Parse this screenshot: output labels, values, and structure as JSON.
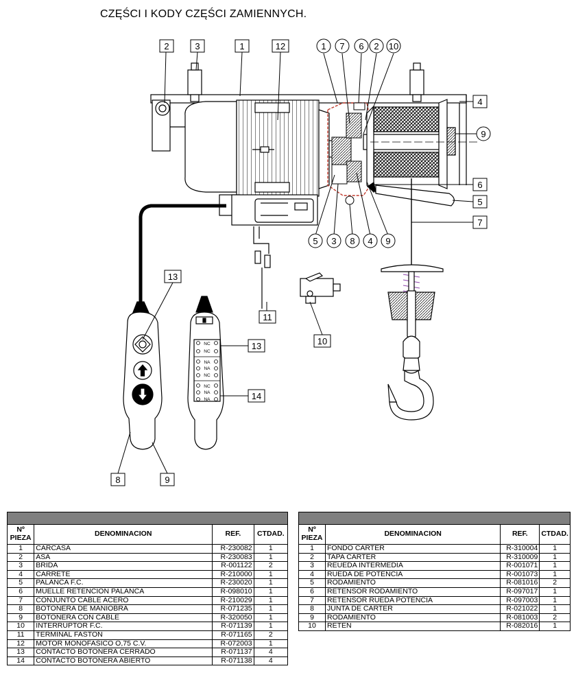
{
  "title": "CZĘŚCI I KODY CZĘŚCI ZAMIENNYCH.",
  "callouts": {
    "top": [
      "2",
      "3",
      "1",
      "12",
      "1",
      "7",
      "6",
      "2",
      "10"
    ],
    "right": [
      "4",
      "9",
      "6",
      "5",
      "7"
    ],
    "bottom": [
      "5",
      "3",
      "8",
      "4",
      "9"
    ],
    "lower": [
      "13",
      "11",
      "10",
      "13",
      "14",
      "8",
      "9"
    ]
  },
  "contact_labels": [
    "NC",
    "NC",
    "NA",
    "NA",
    "NC",
    "NC",
    "NA",
    "NA"
  ],
  "table_left": {
    "headers": {
      "num": "Nº PIEZA",
      "name": "DENOMINACION",
      "ref": "REF.",
      "qty": "CTDAD."
    },
    "rows": [
      {
        "num": "1",
        "name": "CARCASA",
        "ref": "R-230082",
        "qty": "1"
      },
      {
        "num": "2",
        "name": "ASA",
        "ref": "R-230083",
        "qty": "1"
      },
      {
        "num": "3",
        "name": "BRIDA",
        "ref": "R-001122",
        "qty": "2"
      },
      {
        "num": "4",
        "name": "CARRETE",
        "ref": "R-210000",
        "qty": "1"
      },
      {
        "num": "5",
        "name": "PALANCA F.C.",
        "ref": "R-230020",
        "qty": "1"
      },
      {
        "num": "6",
        "name": "MUELLE RETENCION PALANCA",
        "ref": "R-098010",
        "qty": "1"
      },
      {
        "num": "7",
        "name": "CONJUNTO CABLE ACERO",
        "ref": "R-210029",
        "qty": "1"
      },
      {
        "num": "8",
        "name": "BOTONERA DE MANIOBRA",
        "ref": "R-071235",
        "qty": "1"
      },
      {
        "num": "9",
        "name": "BOTONERA CON CABLE",
        "ref": "R-320050",
        "qty": "1"
      },
      {
        "num": "10",
        "name": "INTERRUPTOR F.C.",
        "ref": "R-071139",
        "qty": "1"
      },
      {
        "num": "11",
        "name": "TERMINAL FASTON",
        "ref": "R-071165",
        "qty": "2"
      },
      {
        "num": "12",
        "name": "MOTOR MONOFASICO O,75 C.V.",
        "ref": "R-072003",
        "qty": "1"
      },
      {
        "num": "13",
        "name": "CONTACTO BOTONERA CERRADO",
        "ref": "R-071137",
        "qty": "4"
      },
      {
        "num": "14",
        "name": "CONTACTO BOTONERA ABIERTO",
        "ref": "R-071138",
        "qty": "4"
      }
    ]
  },
  "table_right": {
    "headers": {
      "num": "Nº PIEZA",
      "name": "DENOMINACION",
      "ref": "REF.",
      "qty": "CTDAD."
    },
    "rows": [
      {
        "num": "1",
        "name": "FONDO CARTER",
        "ref": "R-310004",
        "qty": "1"
      },
      {
        "num": "2",
        "name": "TAPA CARTER",
        "ref": "R-310009",
        "qty": "1"
      },
      {
        "num": "3",
        "name": "REUEDA INTERMEDIA",
        "ref": "R-001071",
        "qty": "1"
      },
      {
        "num": "4",
        "name": "RUEDA DE POTENCIA",
        "ref": "R-001073",
        "qty": "1"
      },
      {
        "num": "5",
        "name": "RODAMIENTO",
        "ref": "R-081016",
        "qty": "2"
      },
      {
        "num": "6",
        "name": "RETENSOR RODAMIENTO",
        "ref": "R-097017",
        "qty": "1"
      },
      {
        "num": "7",
        "name": "RETENSOR RUEDA POTENCIA",
        "ref": "R-097003",
        "qty": "1"
      },
      {
        "num": "8",
        "name": "JUNTA DE CARTER",
        "ref": "R-021022",
        "qty": "1"
      },
      {
        "num": "9",
        "name": "RODAMIENTO",
        "ref": "R-081003",
        "qty": "2"
      },
      {
        "num": "10",
        "name": "RETEN",
        "ref": "R-082016",
        "qty": "1"
      }
    ]
  }
}
